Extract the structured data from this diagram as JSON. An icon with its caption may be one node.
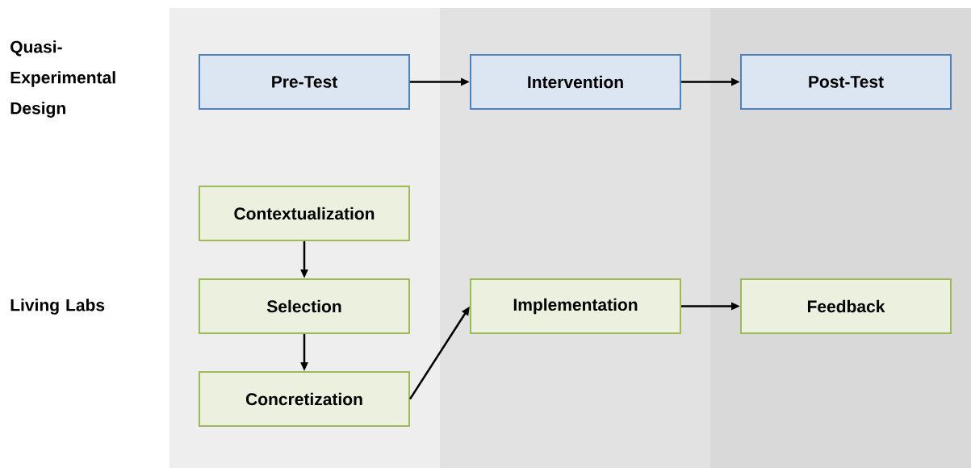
{
  "diagram": {
    "nodes": [
      {
        "text": [
          "Pre-Test"
        ]
      },
      {
        "text": [
          "Intervention"
        ]
      },
      {
        "text": [
          "Post-Test"
        ]
      },
      {
        "text": [
          "Contextualization"
        ]
      },
      {
        "text": [
          "Selection"
        ]
      },
      {
        "text": [
          "Concretization"
        ]
      },
      {
        "text": [
          "Implementation"
        ]
      },
      {
        "text": [
          "Feedback"
        ]
      }
    ],
    "edges": [
      {
        "from": 0,
        "to": 1,
        "arrow": "to"
      },
      {
        "from": 1,
        "to": 2,
        "arrow": "to"
      },
      {
        "from": 3,
        "to": 4,
        "arrow": "to"
      },
      {
        "from": 4,
        "to": 5,
        "arrow": "to"
      },
      {
        "from": 5,
        "to": 6,
        "arrow": "to"
      },
      {
        "from": 6,
        "to": 7,
        "arrow": "to"
      }
    ],
    "labels": [
      "Quasi-Experimental Design",
      "Living Labs"
    ]
  }
}
